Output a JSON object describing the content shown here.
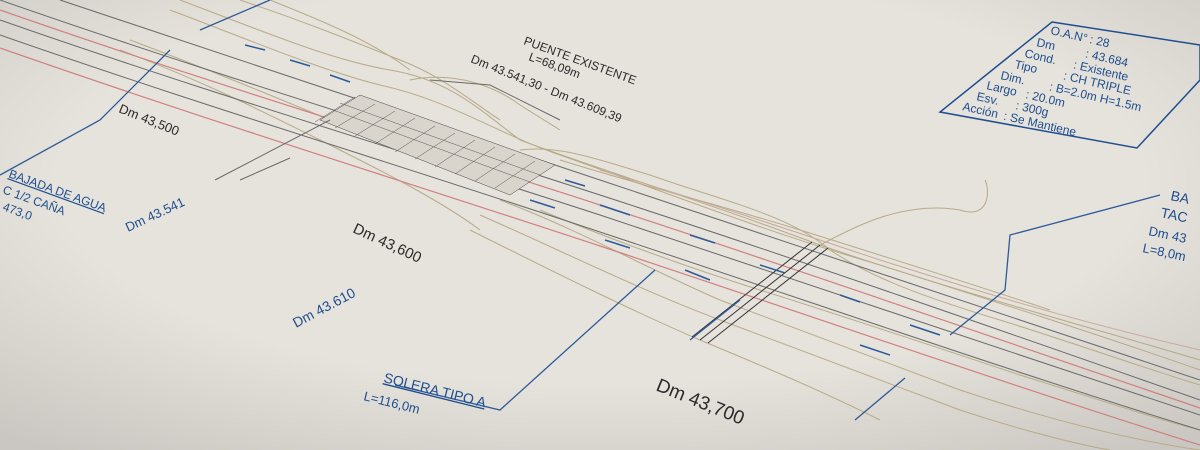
{
  "drawing": {
    "bridge": {
      "title": "PUENTE EXISTENTE",
      "length": "L=68,09m",
      "range": "Dm 43.541,30 - Dm 43.609,39"
    },
    "stations": {
      "dm_43500": "Dm 43,500",
      "dm_43541": "Dm 43.541",
      "dm_43600": "Dm 43,600",
      "dm_43610": "Dm 43.610",
      "dm_43700": "Dm 43,700"
    },
    "solera": {
      "title": "SOLERA TIPO A",
      "length": "L=116,0m"
    },
    "bajada_left": {
      "title": "BAJADA DE AGUA",
      "type": "C 1/2 CAÑA",
      "length": "473,0"
    },
    "bajada_right": {
      "title": "BA",
      "type": "TAC",
      "dm": "Dm 43",
      "length": "L=8,0m"
    },
    "oan_box": {
      "rows": [
        {
          "label": "O.A.N°",
          "value": ": 28"
        },
        {
          "label": "Dm",
          "value": ": 43.684"
        },
        {
          "label": "Cond.",
          "value": ": Existente"
        },
        {
          "label": "Tipo",
          "value": ": CH TRIPLE"
        },
        {
          "label": "Dim.",
          "value": ": B=2.0m H=1.5m"
        },
        {
          "label": "Largo",
          "value": ": 20.0m"
        },
        {
          "label": "Esv.",
          "value": ": 300g"
        },
        {
          "label": "Acción",
          "value": ": Se Mantiene"
        }
      ]
    }
  },
  "colors": {
    "paper": "#e6e2dc",
    "blue": "#1f4f8f",
    "black": "#2a2a2a",
    "contour": "#b7ab88",
    "axis": "#d08080"
  }
}
